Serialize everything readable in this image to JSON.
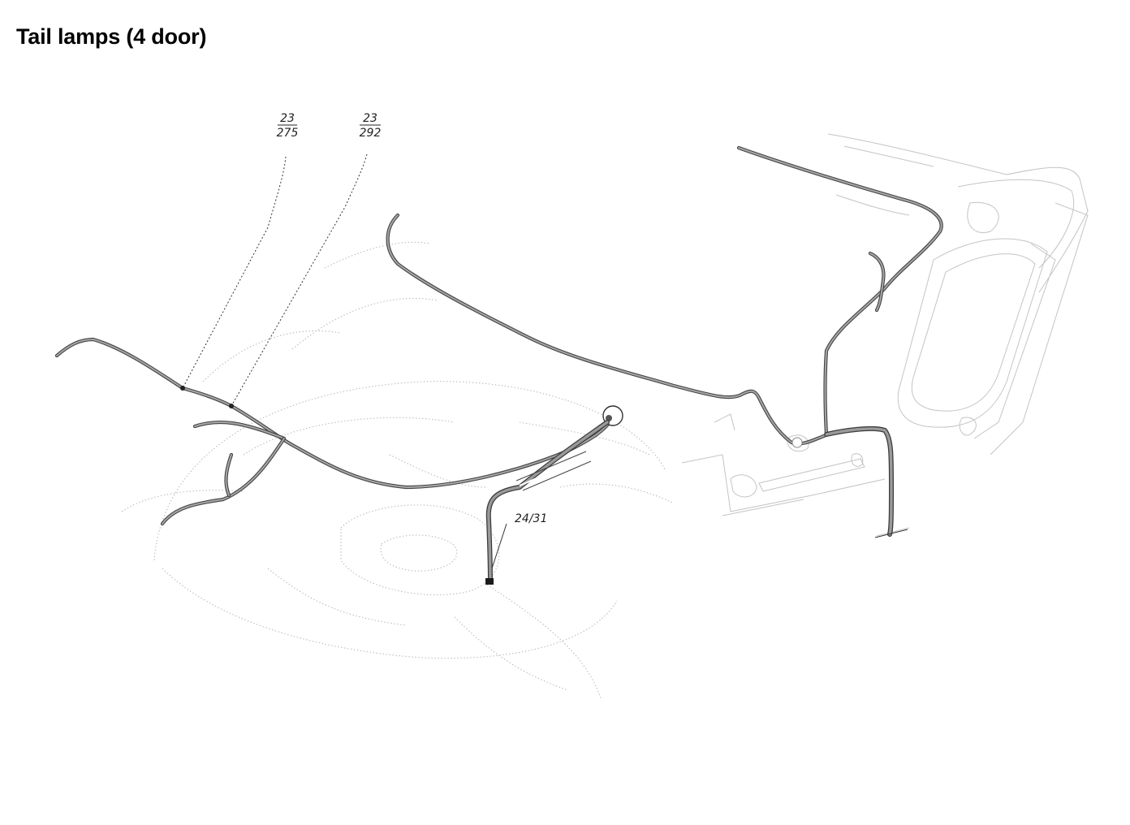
{
  "title": "Tail lamps (4 door)",
  "callouts": [
    {
      "id": "c1",
      "numerator": "23",
      "denominator": "275"
    },
    {
      "id": "c2",
      "numerator": "23",
      "denominator": "292"
    },
    {
      "id": "c3",
      "label": "24/31"
    }
  ],
  "colors": {
    "harness": "#444444",
    "ghost_body": "#b9b9b9"
  }
}
